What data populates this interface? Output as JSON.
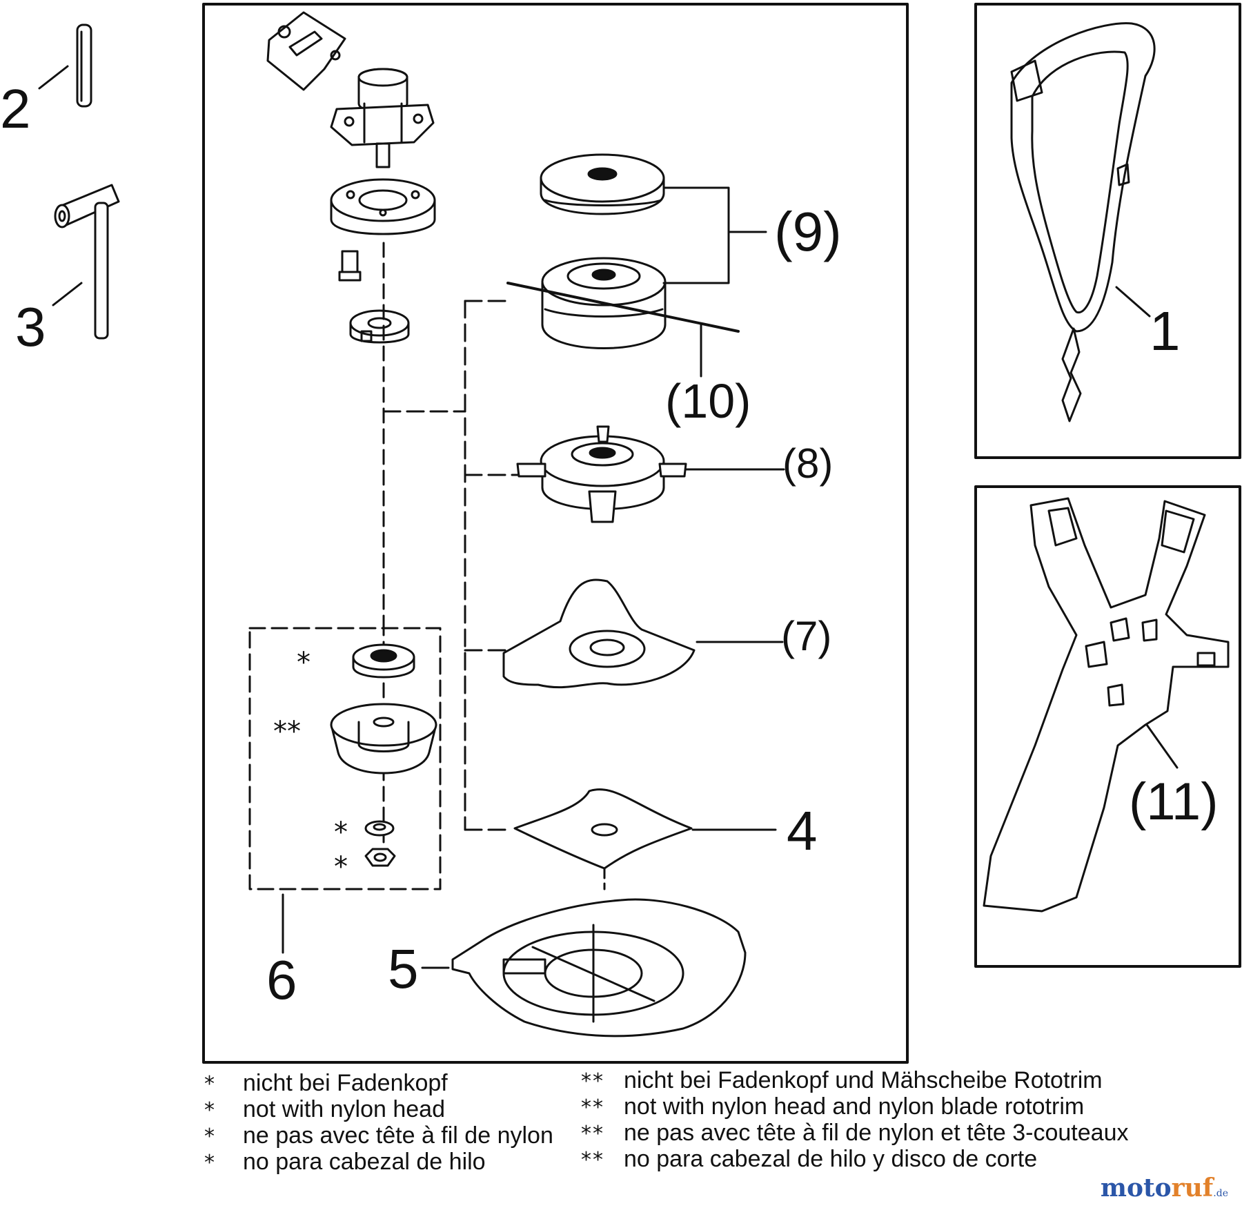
{
  "callouts": {
    "c1": "1",
    "c2": "2",
    "c3": "3",
    "c4": "4",
    "c5": "5",
    "c6": "6",
    "c7": "(7)",
    "c8": "(8)",
    "c9": "(9)",
    "c10": "(10)",
    "c11": "(11)"
  },
  "marks": {
    "single": "*",
    "double": "**"
  },
  "notes": {
    "single": [
      "nicht bei Fadenkopf",
      "not with nylon head",
      "ne pas avec tête à fil de nylon",
      "no para cabezal de hilo"
    ],
    "double": [
      "nicht bei Fadenkopf und Mähscheibe Rototrim",
      "not with nylon head and nylon blade rototrim",
      "ne pas avec tête à fil de nylon et tête 3-couteaux",
      "no para cabezal de hilo y disco de corte"
    ]
  },
  "watermark": {
    "part1": "moto",
    "part2": "ruf",
    "part3": ".de"
  }
}
